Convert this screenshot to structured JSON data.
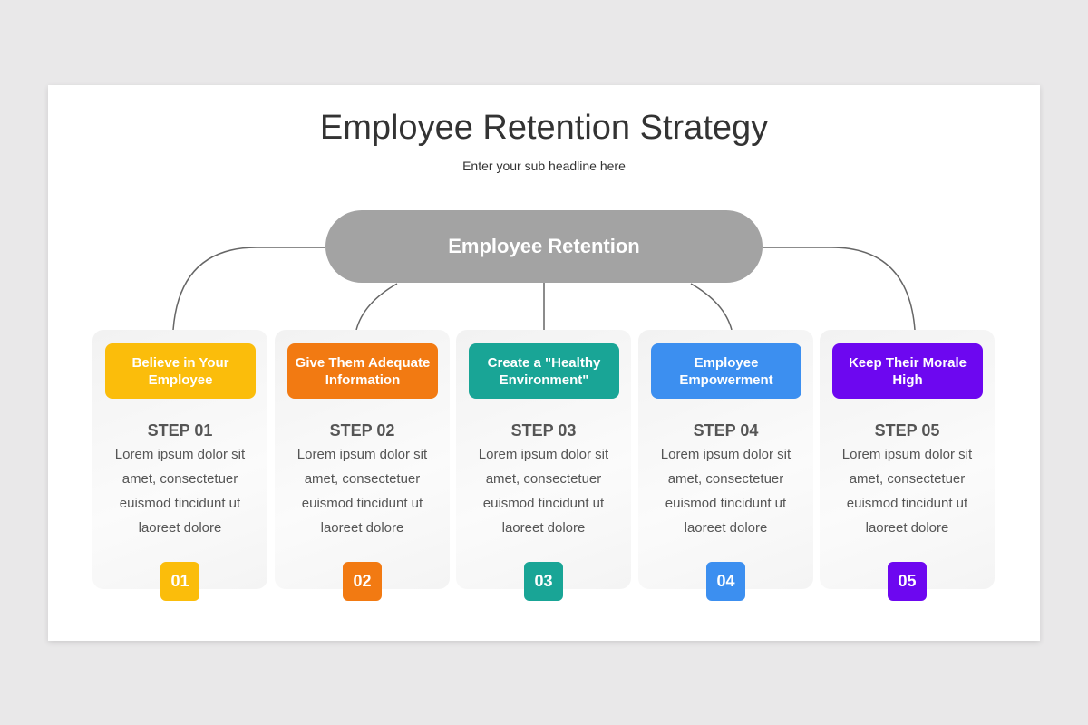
{
  "title": "Employee Retention Strategy",
  "subtitle": "Enter your sub headline here",
  "center": "Employee Retention",
  "steps": [
    {
      "heading": "Believe in Your Employee",
      "step": "STEP 01",
      "body": "Lorem ipsum dolor sit amet, consectetuer euismod tincidunt ut laoreet dolore",
      "num": "01",
      "color": "#fbbd0b"
    },
    {
      "heading": "Give Them Adequate Information",
      "step": "STEP 02",
      "body": "Lorem ipsum dolor sit amet, consectetuer euismod tincidunt ut laoreet dolore",
      "num": "02",
      "color": "#f27a12"
    },
    {
      "heading": "Create a \"Healthy Environment\"",
      "step": "STEP 03",
      "body": "Lorem ipsum dolor sit amet, consectetuer euismod tincidunt ut laoreet dolore",
      "num": "03",
      "color": "#19a596"
    },
    {
      "heading": "Employee Empowerment",
      "step": "STEP 04",
      "body": "Lorem ipsum dolor sit amet, consectetuer euismod tincidunt ut laoreet dolore",
      "num": "04",
      "color": "#3c8ff0"
    },
    {
      "heading": "Keep Their Morale High",
      "step": "STEP 05",
      "body": "Lorem ipsum dolor sit amet, consectetuer euismod tincidunt ut laoreet dolore",
      "num": "05",
      "color": "#6d07f0"
    }
  ]
}
